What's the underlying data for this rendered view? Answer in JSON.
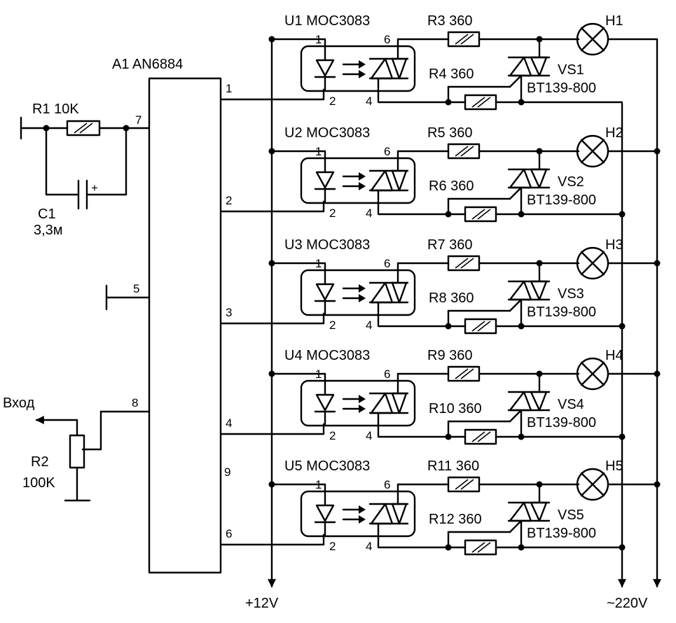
{
  "chip": {
    "label": "A1 AN6884",
    "pins": {
      "p7": "7",
      "p5": "5",
      "p8": "8"
    }
  },
  "left": {
    "r1": "R1 10K",
    "c1": "C1",
    "c1_value": "3,3м",
    "c1_plus": "+",
    "input": "Вход",
    "r2": "R2",
    "r2_value": "100K"
  },
  "rails": {
    "v12": "+12V",
    "v220": "~220V"
  },
  "stages": [
    {
      "opto": "U1 MOC3083",
      "in_pin": "1",
      "r_top": "R3 360",
      "r_bot": "R4 360",
      "triac": "VS1",
      "triac_type": "BT139-800",
      "lamp": "H1"
    },
    {
      "opto": "U2 MOC3083",
      "in_pin": "2",
      "r_top": "R5 360",
      "r_bot": "R6 360",
      "triac": "VS2",
      "triac_type": "BT139-800",
      "lamp": "H2"
    },
    {
      "opto": "U3 MOC3083",
      "in_pin": "3",
      "r_top": "R7 360",
      "r_bot": "R8 360",
      "triac": "VS3",
      "triac_type": "BT139-800",
      "lamp": "H3"
    },
    {
      "opto": "U4 MOC3083",
      "in_pin": "4",
      "r_top": "R9 360",
      "r_bot": "R10 360",
      "triac": "VS4",
      "triac_type": "BT139-800",
      "lamp": "H4"
    },
    {
      "opto": "U5 MOC3083",
      "in_pin": "6",
      "r_top": "R11 360",
      "r_bot": "R12 360",
      "triac": "VS5",
      "triac_type": "BT139-800",
      "lamp": "H5"
    }
  ],
  "opto_pins": {
    "p1": "1",
    "p2": "2",
    "p4": "4",
    "p6": "6"
  },
  "extra_pin": "9"
}
